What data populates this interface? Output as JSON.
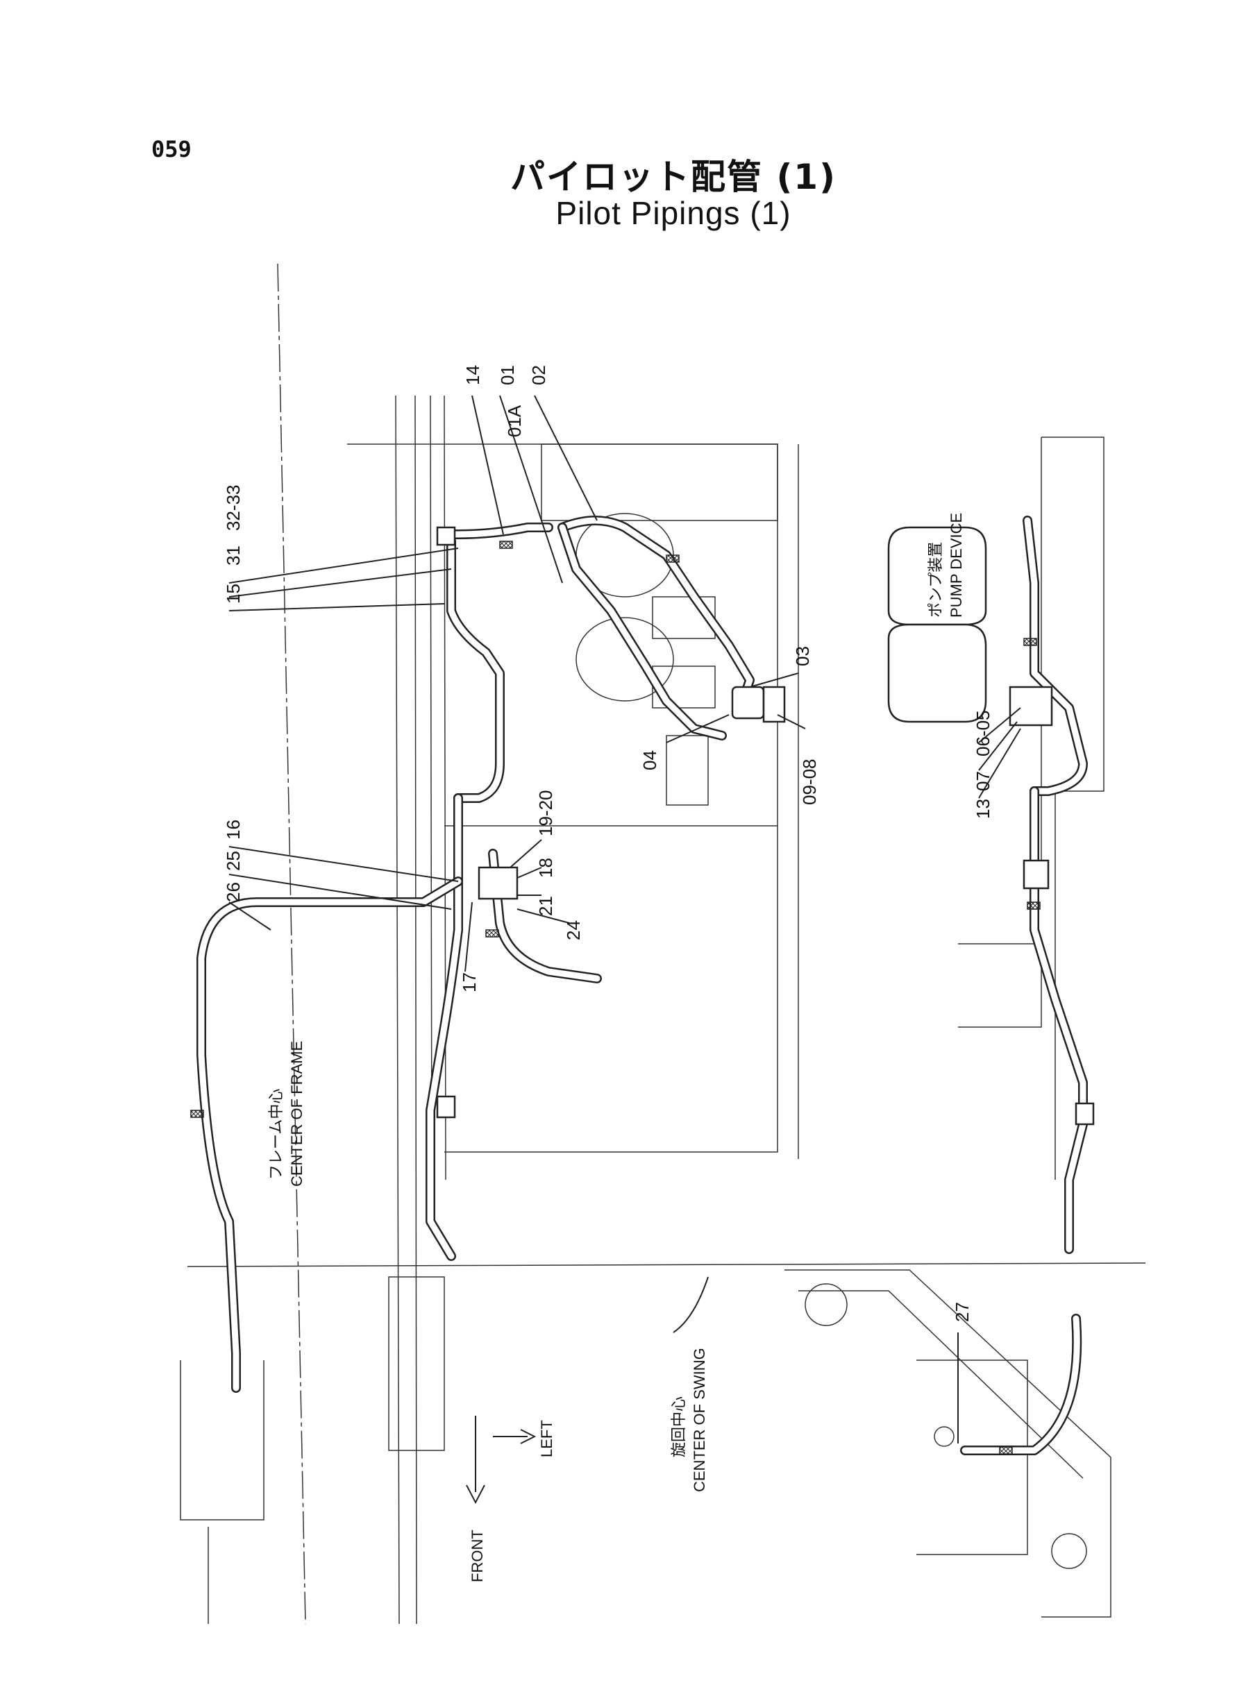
{
  "page_number": "059",
  "title_jp": "パイロット配管 (1)",
  "title_en": "Pilot Pipings (1)",
  "callouts": [
    "14",
    "01",
    "01A",
    "02",
    "32-33",
    "31",
    "15",
    "03",
    "04",
    "09-08",
    "19-20",
    "18",
    "21",
    "24",
    "16",
    "25",
    "26",
    "17",
    "06-05",
    "07",
    "13",
    "27"
  ],
  "reference_labels": {
    "center_of_frame_jp": "フレーム中心",
    "center_of_frame_en": "CENTER OF FRAME",
    "center_of_swing_jp": "旋回中心",
    "center_of_swing_en": "CENTER OF SWING",
    "pump_device_jp": "ポンプ装置",
    "pump_device_en": "PUMP DEVICE",
    "front": "FRONT",
    "left": "LEFT"
  }
}
